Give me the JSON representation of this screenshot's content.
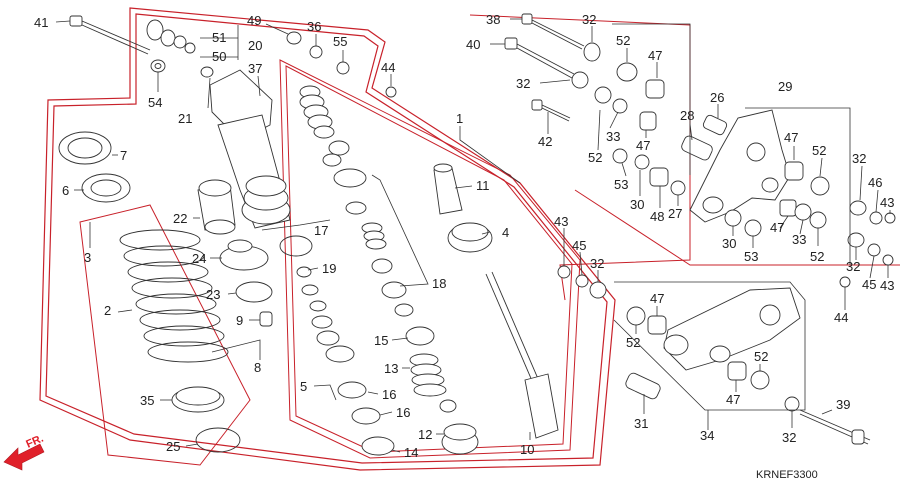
{
  "diagram": {
    "code": "KRNEF3300",
    "direction_label": "FR.",
    "colors": {
      "part_outline": "#c8212a",
      "leader": "#333333",
      "background": "#ffffff"
    },
    "callouts": [
      {
        "id": "c41",
        "text": "41"
      },
      {
        "id": "c51",
        "text": "51"
      },
      {
        "id": "c20",
        "text": "20"
      },
      {
        "id": "c50",
        "text": "50"
      },
      {
        "id": "c54",
        "text": "54"
      },
      {
        "id": "c49",
        "text": "49"
      },
      {
        "id": "c36",
        "text": "36"
      },
      {
        "id": "c55",
        "text": "55"
      },
      {
        "id": "c37",
        "text": "37"
      },
      {
        "id": "c21",
        "text": "21"
      },
      {
        "id": "c44a",
        "text": "44"
      },
      {
        "id": "c7",
        "text": "7"
      },
      {
        "id": "c6",
        "text": "6"
      },
      {
        "id": "c3",
        "text": "3"
      },
      {
        "id": "c22",
        "text": "22"
      },
      {
        "id": "c17",
        "text": "17"
      },
      {
        "id": "c24",
        "text": "24"
      },
      {
        "id": "c19",
        "text": "19"
      },
      {
        "id": "c23",
        "text": "23"
      },
      {
        "id": "c9",
        "text": "9"
      },
      {
        "id": "c8",
        "text": "8"
      },
      {
        "id": "c2",
        "text": "2"
      },
      {
        "id": "c35",
        "text": "35"
      },
      {
        "id": "c25",
        "text": "25"
      },
      {
        "id": "c1",
        "text": "1"
      },
      {
        "id": "c11",
        "text": "11"
      },
      {
        "id": "c4",
        "text": "4"
      },
      {
        "id": "c18",
        "text": "18"
      },
      {
        "id": "c15",
        "text": "15"
      },
      {
        "id": "c13",
        "text": "13"
      },
      {
        "id": "c5",
        "text": "5"
      },
      {
        "id": "c16a",
        "text": "16"
      },
      {
        "id": "c16b",
        "text": "16"
      },
      {
        "id": "c12",
        "text": "12"
      },
      {
        "id": "c14",
        "text": "14"
      },
      {
        "id": "c10",
        "text": "10"
      },
      {
        "id": "c38",
        "text": "38"
      },
      {
        "id": "c32a",
        "text": "32"
      },
      {
        "id": "c40",
        "text": "40"
      },
      {
        "id": "c52a",
        "text": "52"
      },
      {
        "id": "c47a",
        "text": "47"
      },
      {
        "id": "c32b",
        "text": "32"
      },
      {
        "id": "c42",
        "text": "42"
      },
      {
        "id": "c33a",
        "text": "33"
      },
      {
        "id": "c47b",
        "text": "47"
      },
      {
        "id": "c52b",
        "text": "52"
      },
      {
        "id": "c53a",
        "text": "53"
      },
      {
        "id": "c30a",
        "text": "30"
      },
      {
        "id": "c48",
        "text": "48"
      },
      {
        "id": "c27",
        "text": "27"
      },
      {
        "id": "c26",
        "text": "26"
      },
      {
        "id": "c28",
        "text": "28"
      },
      {
        "id": "c29",
        "text": "29"
      },
      {
        "id": "c47c",
        "text": "47"
      },
      {
        "id": "c52c",
        "text": "52"
      },
      {
        "id": "c32c",
        "text": "32"
      },
      {
        "id": "c46",
        "text": "46"
      },
      {
        "id": "c43a",
        "text": "43"
      },
      {
        "id": "c47d",
        "text": "47"
      },
      {
        "id": "c33b",
        "text": "33"
      },
      {
        "id": "c30b",
        "text": "30"
      },
      {
        "id": "c53b",
        "text": "53"
      },
      {
        "id": "c52d",
        "text": "52"
      },
      {
        "id": "c43b",
        "text": "43"
      },
      {
        "id": "c45a",
        "text": "45"
      },
      {
        "id": "c32d",
        "text": "32"
      },
      {
        "id": "c32e",
        "text": "32"
      },
      {
        "id": "c45b",
        "text": "45"
      },
      {
        "id": "c43c",
        "text": "43"
      },
      {
        "id": "c44b",
        "text": "44"
      },
      {
        "id": "c47e",
        "text": "47"
      },
      {
        "id": "c52e",
        "text": "52"
      },
      {
        "id": "c52f",
        "text": "52"
      },
      {
        "id": "c47f",
        "text": "47"
      },
      {
        "id": "c31",
        "text": "31"
      },
      {
        "id": "c34",
        "text": "34"
      },
      {
        "id": "c39",
        "text": "39"
      },
      {
        "id": "c32f",
        "text": "32"
      }
    ]
  }
}
